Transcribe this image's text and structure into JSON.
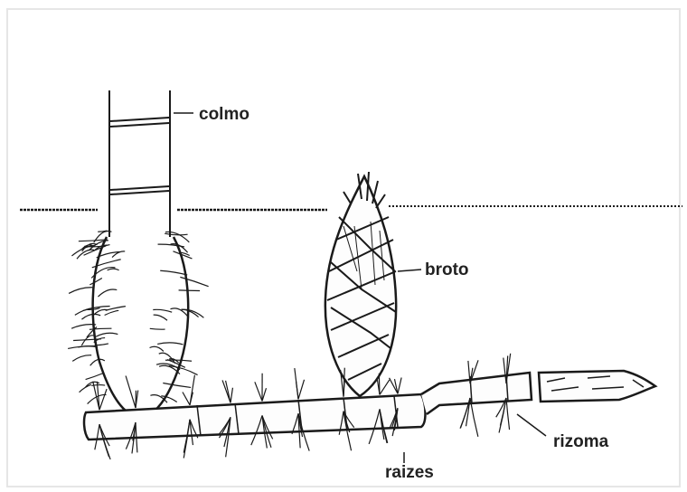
{
  "diagram": {
    "labels": {
      "colmo": "colmo",
      "broto": "broto",
      "rizoma": "rizoma",
      "raizes": "raizes"
    },
    "colors": {
      "ink": "#1a1a1a",
      "background": "#ffffff",
      "frame": "#e9e9e9"
    }
  }
}
